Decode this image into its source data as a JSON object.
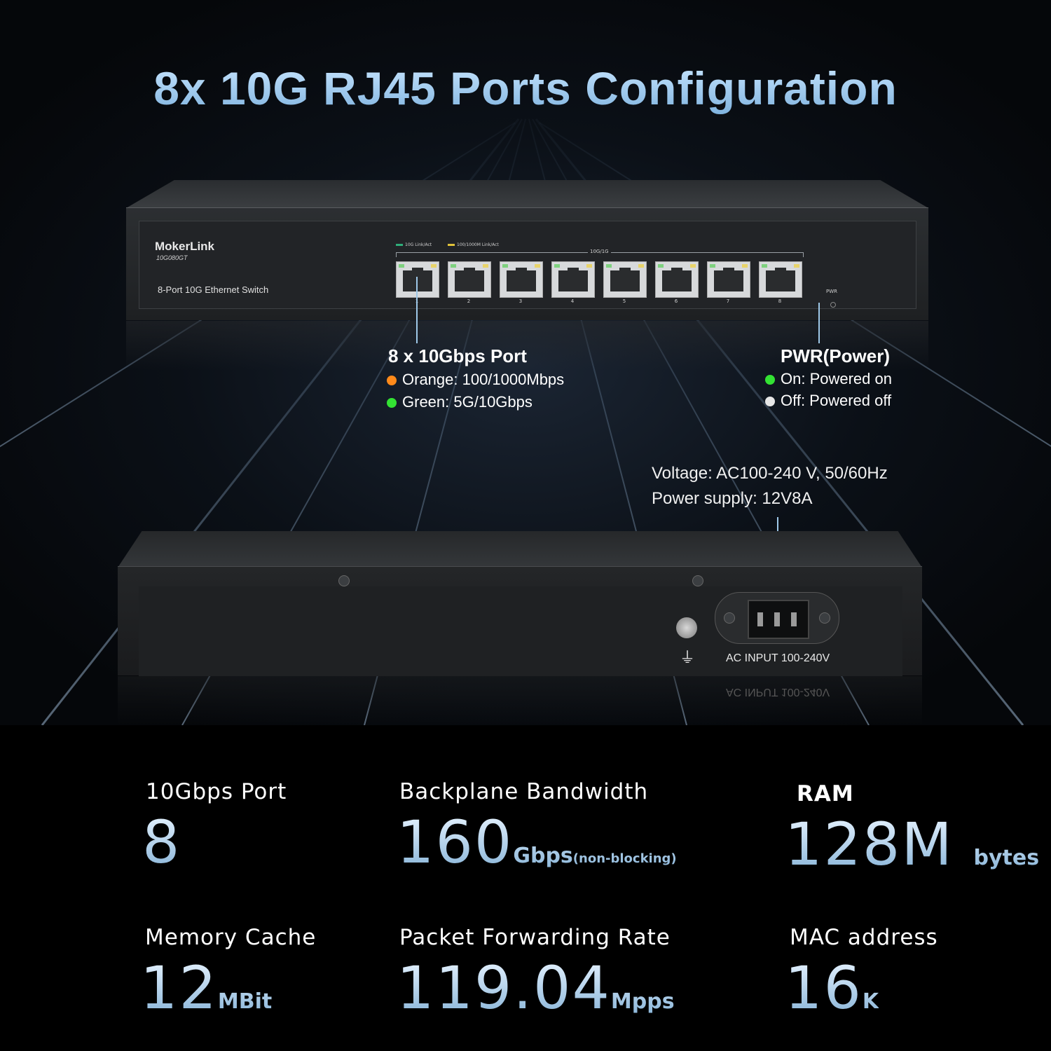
{
  "title": "8x 10G RJ45 Ports Configuration",
  "front_panel": {
    "brand": "MokerLink",
    "model": "10G080GT",
    "name": "8-Port 10G Ethernet Switch",
    "legend_10g": "10G Link/Act",
    "legend_1g": "100/1000M Link/Act",
    "group_label": "10G/1G",
    "port_numbers": [
      "1",
      "2",
      "3",
      "4",
      "5",
      "6",
      "7",
      "8"
    ],
    "pwr_label": "PWR"
  },
  "callouts": {
    "ports": {
      "title": "8 x 10Gbps Port",
      "orange": "Orange: 100/1000Mbps",
      "green": "Green: 5G/10Gbps"
    },
    "power": {
      "title": "PWR(Power)",
      "on": "On: Powered on",
      "off": "Off: Powered off"
    },
    "voltage": "Voltage: AC100-240 V, 50/60Hz",
    "supply": "Power supply: 12V8A"
  },
  "rear_panel": {
    "ac_label": "AC INPUT 100-240V"
  },
  "colors": {
    "orange": "#ff8a1a",
    "green": "#33e233",
    "white": "#e6e6e6",
    "accent": "#9ec8e8"
  },
  "specs": [
    {
      "label": "10Gbps Port",
      "value": "8",
      "unit": "",
      "note": ""
    },
    {
      "label": "Backplane Bandwidth",
      "value": "160",
      "unit": "Gbps",
      "note": "(non-blocking)"
    },
    {
      "label": "RAM",
      "value": "128M",
      "unit": "bytes",
      "note": ""
    },
    {
      "label": "Memory Cache",
      "value": "12",
      "unit": "MBit",
      "note": ""
    },
    {
      "label": "Packet Forwarding Rate",
      "value": "119.04",
      "unit": "Mpps",
      "note": ""
    },
    {
      "label": "MAC address",
      "value": "16",
      "unit": "K",
      "note": ""
    }
  ]
}
